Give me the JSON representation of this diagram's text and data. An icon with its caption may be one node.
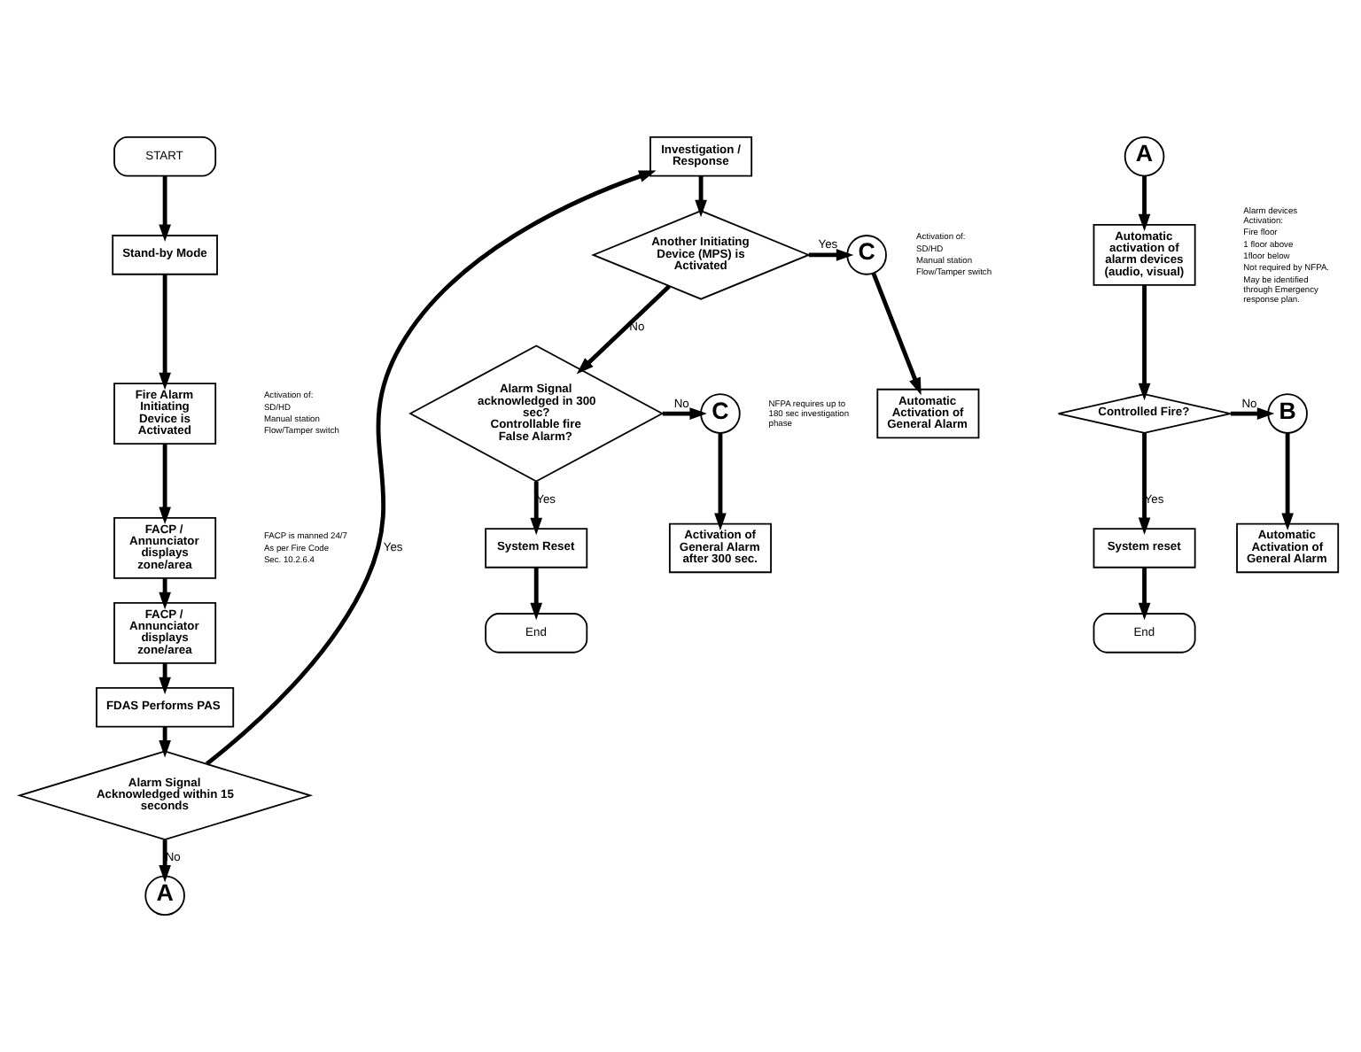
{
  "diagram": {
    "nodes": [
      {
        "text": [
          "START"
        ]
      },
      {
        "text": [
          "Stand-by Mode"
        ]
      },
      {
        "text": [
          "Fire Alarm Initiating Device is Activated"
        ],
        "beside": [
          "Activation of:",
          "SD/HD",
          "Manual station",
          "Flow/Tamper switch"
        ]
      },
      {
        "text": [
          "FACP / Annunciator displays zone/area"
        ],
        "beside": [
          "FACP is manned 24/7",
          "As per Fire Code",
          "Sec. 10.2.6.4"
        ]
      },
      {
        "text": [
          "FACP / Annunciator displays zone/area"
        ]
      },
      {
        "text": [
          "FDAS Performs PAS"
        ]
      },
      {
        "text": [
          "Alarm Signal Acknowledged within 15 seconds"
        ]
      },
      {
        "text": [
          "A"
        ]
      },
      {
        "text": [
          "Investigation / Response"
        ]
      },
      {
        "text": [
          "Another Initiating Device (MPS) is Activated"
        ],
        "beside": [
          "Activation of:",
          "SD/HD",
          "Manual station",
          "Flow/Tamper switch"
        ]
      },
      {
        "text": [
          "C"
        ]
      },
      {
        "text": [
          "Automatic Activation of General Alarm"
        ]
      },
      {
        "text": [
          "Alarm Signal acknowledged in 300 sec?",
          "Controllable fire False Alarm?"
        ]
      },
      {
        "text": [
          "C"
        ],
        "beside": [
          "NFPA requires up to 180 sec investigation phase"
        ]
      },
      {
        "text": [
          "Activation of General Alarm after 300 sec."
        ]
      },
      {
        "text": [
          "System Reset"
        ]
      },
      {
        "text": [
          "End"
        ]
      },
      {
        "text": [
          "A"
        ]
      },
      {
        "text": [
          "Automatic activation of alarm devices (audio, visual)"
        ],
        "beside": [
          "Alarm devices Activation:",
          "Fire floor",
          "1 floor above",
          "1floor below",
          "Not required by NFPA.",
          "May be identified through Emergency response plan."
        ]
      },
      {
        "text": [
          "Controlled Fire?"
        ]
      },
      {
        "text": [
          "B"
        ]
      },
      {
        "text": [
          "Automatic Activation of General Alarm"
        ]
      },
      {
        "text": [
          "System reset"
        ]
      },
      {
        "text": [
          "End"
        ]
      }
    ],
    "edges": [
      {
        "from": 0,
        "to": 1,
        "arrow": "to"
      },
      {
        "from": 1,
        "to": 2,
        "arrow": "to"
      },
      {
        "from": 2,
        "to": 3,
        "arrow": "to"
      },
      {
        "from": 3,
        "to": 4,
        "arrow": "to"
      },
      {
        "from": 4,
        "to": 5,
        "arrow": "to"
      },
      {
        "from": 5,
        "to": 6,
        "arrow": "to"
      },
      {
        "from": 6,
        "to": 7,
        "arrow": "to",
        "label": "No"
      },
      {
        "from": 6,
        "to": 8,
        "arrow": "to",
        "label": "Yes"
      },
      {
        "from": 8,
        "to": 9,
        "arrow": "to"
      },
      {
        "from": 9,
        "to": 10,
        "arrow": "to",
        "label": "Yes"
      },
      {
        "from": 10,
        "to": 11,
        "arrow": "to"
      },
      {
        "from": 9,
        "to": 12,
        "arrow": "to",
        "label": "No"
      },
      {
        "from": 12,
        "to": 13,
        "arrow": "to",
        "label": "No"
      },
      {
        "from": 13,
        "to": 14,
        "arrow": "to"
      },
      {
        "from": 12,
        "to": 15,
        "arrow": "to",
        "label": "Yes"
      },
      {
        "from": 15,
        "to": 16,
        "arrow": "to"
      },
      {
        "from": 17,
        "to": 18,
        "arrow": "to"
      },
      {
        "from": 18,
        "to": 19,
        "arrow": "to"
      },
      {
        "from": 19,
        "to": 20,
        "arrow": "to",
        "label": "No"
      },
      {
        "from": 20,
        "to": 21,
        "arrow": "to"
      },
      {
        "from": 19,
        "to": 22,
        "arrow": "to",
        "label": "Yes"
      },
      {
        "from": 22,
        "to": 23,
        "arrow": "to"
      }
    ]
  }
}
